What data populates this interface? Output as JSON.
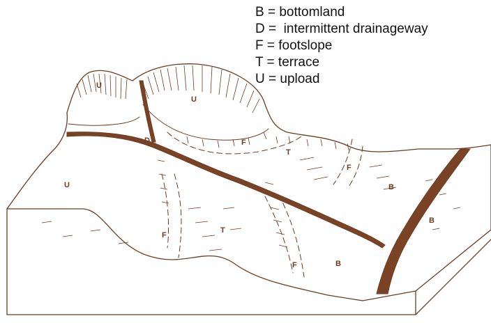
{
  "legend": [
    {
      "code": "B",
      "text": "B = bottomland"
    },
    {
      "code": "D",
      "text": "D =  intermittent drainageway"
    },
    {
      "code": "F",
      "text": "F = footslope"
    },
    {
      "code": "T",
      "text": "T = terrace"
    },
    {
      "code": "U",
      "text": "U = upload"
    }
  ],
  "zone_labels": [
    {
      "id": "u-top-left",
      "text": "U"
    },
    {
      "id": "u-top-center",
      "text": "U"
    },
    {
      "id": "u-left",
      "text": "U"
    },
    {
      "id": "d-junction",
      "text": "D"
    },
    {
      "id": "f-upper",
      "text": "F"
    },
    {
      "id": "t-upper",
      "text": "T"
    },
    {
      "id": "f-right",
      "text": "F"
    },
    {
      "id": "b-right",
      "text": "B"
    },
    {
      "id": "b-far-right",
      "text": "B"
    },
    {
      "id": "f-lower-left",
      "text": "F"
    },
    {
      "id": "t-lower",
      "text": "T"
    },
    {
      "id": "f-lower",
      "text": "F"
    },
    {
      "id": "b-lower",
      "text": "B"
    }
  ],
  "colors": {
    "ink": "#6b3d22",
    "channel": "#7a4326",
    "background": "#ffffff",
    "text": "#111111"
  }
}
